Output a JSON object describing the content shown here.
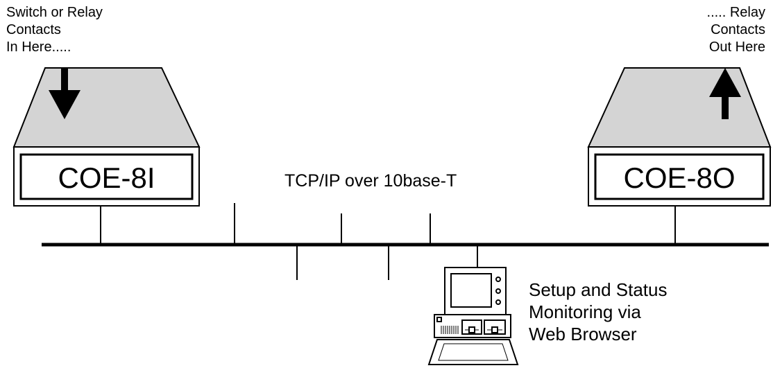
{
  "input_note": {
    "line1": "Switch or Relay",
    "line2": "Contacts",
    "line3": "In Here....."
  },
  "output_note": {
    "line1": "..... Relay",
    "line2": "Contacts",
    "line3": "Out Here"
  },
  "devices": {
    "input_module": "COE-8I",
    "output_module": "COE-8O"
  },
  "network_label": "TCP/IP over 10base-T",
  "computer_note": {
    "line1": "Setup and Status",
    "line2": "Monitoring via",
    "line3": "Web Browser"
  },
  "colors": {
    "box_top": "#d4d4d4",
    "box_front": "#ffffff",
    "line": "#000000"
  },
  "icons": [
    "down-arrow-icon",
    "up-arrow-icon",
    "computer-icon"
  ]
}
